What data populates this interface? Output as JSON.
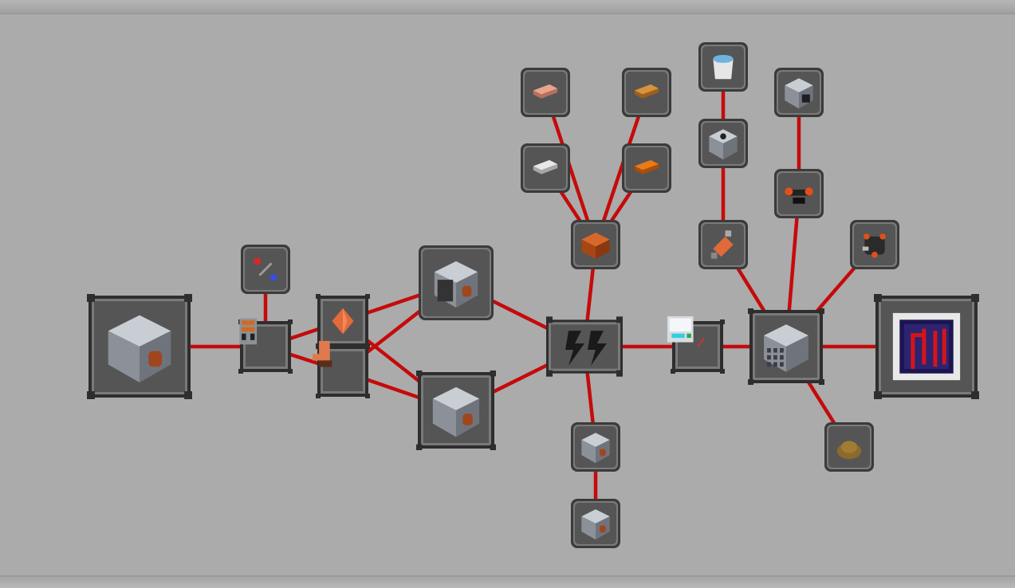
{
  "screen": "advancement-tree",
  "link_color": "#c60a0a",
  "node_colors": {
    "frame": "#3b3b3b",
    "inner": "#555555",
    "highlight": "#7a7a7a"
  },
  "nodes": [
    {
      "id": "root-machine-block",
      "icon": "machine-casing-block-icon",
      "frame": "challenge"
    },
    {
      "id": "wire-tool",
      "icon": "wire-cutter-icon",
      "frame": "task"
    },
    {
      "id": "generator",
      "icon": "electric-generator-icon",
      "frame": "challenge"
    },
    {
      "id": "copper-crystal",
      "icon": "copper-crystal-icon",
      "frame": "challenge"
    },
    {
      "id": "copper-hand",
      "icon": "copper-hand-icon",
      "frame": "challenge"
    },
    {
      "id": "crusher",
      "icon": "crusher-block-icon",
      "frame": "task"
    },
    {
      "id": "furnace",
      "icon": "electric-furnace-icon",
      "frame": "challenge"
    },
    {
      "id": "power-hub",
      "icon": "lightning-bolt-icon",
      "frame": "goal"
    },
    {
      "id": "copper-block",
      "icon": "copper-block-icon",
      "frame": "task"
    },
    {
      "id": "copper-ingot",
      "icon": "copper-ingot-icon",
      "frame": "task"
    },
    {
      "id": "bronze-ingot",
      "icon": "bronze-ingot-icon",
      "frame": "task"
    },
    {
      "id": "iron-ingot",
      "icon": "iron-ingot-icon",
      "frame": "task"
    },
    {
      "id": "orange-ingot",
      "icon": "orange-ingot-icon",
      "frame": "task"
    },
    {
      "id": "battery-block",
      "icon": "battery-block-icon",
      "frame": "task"
    },
    {
      "id": "small-machine",
      "icon": "small-machine-block-icon",
      "frame": "task"
    },
    {
      "id": "energy-meter",
      "icon": "energy-meter-icon",
      "frame": "challenge"
    },
    {
      "id": "advanced-machine",
      "icon": "advanced-machine-block-icon",
      "frame": "challenge"
    },
    {
      "id": "enderium-screen",
      "icon": "enderium-monitor-icon",
      "frame": "challenge"
    },
    {
      "id": "copper-dust",
      "icon": "copper-dust-icon",
      "frame": "task"
    },
    {
      "id": "drill",
      "icon": "drill-icon",
      "frame": "task"
    },
    {
      "id": "tank-block",
      "icon": "tank-block-icon",
      "frame": "task"
    },
    {
      "id": "water-bucket",
      "icon": "water-bucket-icon",
      "frame": "task"
    },
    {
      "id": "goggles",
      "icon": "goggles-icon",
      "frame": "task"
    },
    {
      "id": "server-block",
      "icon": "server-block-icon",
      "frame": "task"
    },
    {
      "id": "exoskeleton",
      "icon": "exoskeleton-icon",
      "frame": "task"
    }
  ],
  "links": [
    [
      "root-machine-block",
      "generator"
    ],
    [
      "wire-tool",
      "generator"
    ],
    [
      "generator",
      "copper-crystal"
    ],
    [
      "generator",
      "copper-hand"
    ],
    [
      "copper-crystal",
      "crusher"
    ],
    [
      "copper-crystal",
      "furnace"
    ],
    [
      "copper-hand",
      "furnace"
    ],
    [
      "copper-hand",
      "crusher"
    ],
    [
      "crusher",
      "power-hub"
    ],
    [
      "furnace",
      "power-hub"
    ],
    [
      "power-hub",
      "copper-block"
    ],
    [
      "copper-block",
      "copper-ingot"
    ],
    [
      "copper-block",
      "bronze-ingot"
    ],
    [
      "copper-block",
      "iron-ingot"
    ],
    [
      "copper-block",
      "orange-ingot"
    ],
    [
      "power-hub",
      "battery-block"
    ],
    [
      "battery-block",
      "small-machine"
    ],
    [
      "power-hub",
      "energy-meter"
    ],
    [
      "energy-meter",
      "advanced-machine"
    ],
    [
      "advanced-machine",
      "enderium-screen"
    ],
    [
      "advanced-machine",
      "copper-dust"
    ],
    [
      "advanced-machine",
      "drill"
    ],
    [
      "drill",
      "tank-block"
    ],
    [
      "tank-block",
      "water-bucket"
    ],
    [
      "advanced-machine",
      "goggles"
    ],
    [
      "goggles",
      "server-block"
    ],
    [
      "advanced-machine",
      "exoskeleton"
    ]
  ]
}
